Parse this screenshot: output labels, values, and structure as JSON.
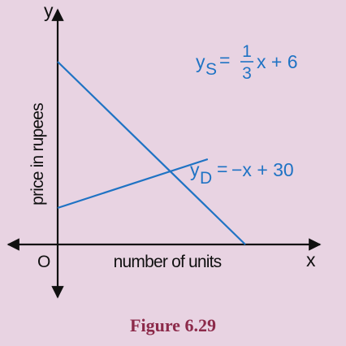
{
  "chart_data": {
    "type": "line",
    "xlabel": "number of units",
    "ylabel": "price in rupees",
    "x_axis_letter": "x",
    "y_axis_letter": "y",
    "origin_label": "O",
    "xlim": [
      0,
      27
    ],
    "ylim": [
      -5,
      37.5
    ],
    "grid": false,
    "series": [
      {
        "name": "yS",
        "x": [
          0,
          24
        ],
        "y": [
          6,
          14
        ],
        "equation": {
          "lhs": "y",
          "sub": "S",
          "eq": "=",
          "frac_num": "1",
          "frac_den": "3",
          "rhs": "x + 6"
        }
      },
      {
        "name": "yD",
        "x": [
          0,
          30
        ],
        "y": [
          30,
          0
        ],
        "equation": {
          "lhs": "y",
          "sub": "D",
          "eq": "=",
          "rhs": "−x + 30"
        }
      }
    ],
    "colors": {
      "lines": "#1f73c4",
      "labels": "#1f73c4",
      "axes": "#111111",
      "background": "#e8d3e2"
    }
  },
  "caption": "Figure 6.29"
}
